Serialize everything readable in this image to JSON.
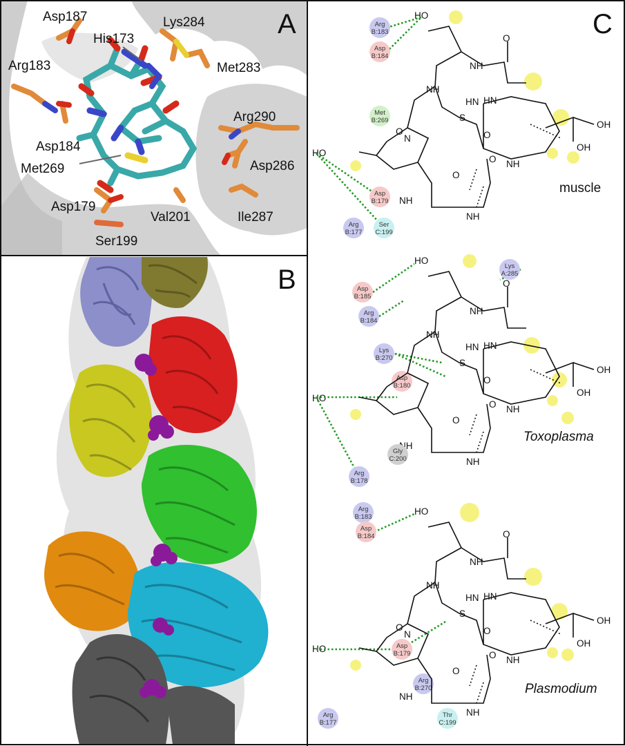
{
  "panels": {
    "a": {
      "label": "A",
      "residues": [
        {
          "name": "Asp187"
        },
        {
          "name": "His173"
        },
        {
          "name": "Lys284"
        },
        {
          "name": "Arg183"
        },
        {
          "name": "Met283"
        },
        {
          "name": "Arg290"
        },
        {
          "name": "Asp184"
        },
        {
          "name": "Met269"
        },
        {
          "name": "Asp286"
        },
        {
          "name": "Asp179"
        },
        {
          "name": "Val201"
        },
        {
          "name": "Ile287"
        },
        {
          "name": "Ser199"
        }
      ]
    },
    "b": {
      "label": "B"
    },
    "c": {
      "label": "C",
      "atoms": {
        "ho": "HO",
        "oh": "OH",
        "nh": "NH",
        "hn": "HN",
        "hnbr": "HN",
        "n": "N",
        "o": "O",
        "s": "S"
      },
      "diagrams": [
        {
          "organism": "muscle",
          "italic": false,
          "bubbles": [
            {
              "res": "Arg",
              "pos": "B:183",
              "kind": "basic"
            },
            {
              "res": "Asp",
              "pos": "B:184",
              "kind": "acidic"
            },
            {
              "res": "Met",
              "pos": "B:269",
              "kind": "hydrophobic"
            },
            {
              "res": "Asp",
              "pos": "B:179",
              "kind": "acidic"
            },
            {
              "res": "Ser",
              "pos": "C:199",
              "kind": "polar"
            },
            {
              "res": "Arg",
              "pos": "B:177",
              "kind": "basic"
            }
          ]
        },
        {
          "organism": "Toxoplasma",
          "italic": true,
          "bubbles": [
            {
              "res": "Asp",
              "pos": "B:185",
              "kind": "acidic"
            },
            {
              "res": "Arg",
              "pos": "B:184",
              "kind": "basic"
            },
            {
              "res": "Lys",
              "pos": "A:285",
              "kind": "basic"
            },
            {
              "res": "Lys",
              "pos": "B:270",
              "kind": "basic"
            },
            {
              "res": "Asp",
              "pos": "B:180",
              "kind": "acidic"
            },
            {
              "res": "Arg",
              "pos": "B:178",
              "kind": "basic"
            },
            {
              "res": "Gly",
              "pos": "C:200",
              "kind": "glycine"
            }
          ]
        },
        {
          "organism": "Plasmodium",
          "italic": true,
          "bubbles": [
            {
              "res": "Arg",
              "pos": "B:183",
              "kind": "basic"
            },
            {
              "res": "Asp",
              "pos": "B:184",
              "kind": "acidic"
            },
            {
              "res": "Asp",
              "pos": "B:179",
              "kind": "acidic"
            },
            {
              "res": "Arg",
              "pos": "B:270",
              "kind": "basic"
            },
            {
              "res": "Thr",
              "pos": "C:199",
              "kind": "polar"
            },
            {
              "res": "Arg",
              "pos": "B:177",
              "kind": "basic"
            }
          ]
        }
      ]
    }
  },
  "colors": {
    "surface": "#c8c8c8",
    "carbon_ligand": "#3aa8a8",
    "carbon_residue": "#e08a3a",
    "oxygen": "#d42a1a",
    "nitrogen": "#3a46c8",
    "sulfur": "#e8d030",
    "hbond": "#1f9a1f",
    "bubble_acidic": "#f6c9c9",
    "bubble_basic": "#c9c9f0",
    "bubble_polar": "#c9f0f0",
    "bubble_hydrophobic": "#d2f0c9",
    "bubble_glycine": "#d0d0d0",
    "highlight": "#f4f06a",
    "actin_a": "#8c8fc9",
    "actin_b": "#807a30",
    "actin_c": "#d82020",
    "actin_d": "#c8c820",
    "actin_e": "#30c030",
    "actin_f": "#e08a10",
    "actin_g": "#20b0d0",
    "actin_h": "#555555",
    "ligand_blob": "#8a1a9a"
  }
}
